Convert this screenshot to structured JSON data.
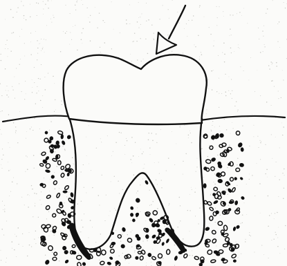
{
  "diagram": {
    "subject": "tooth",
    "colors": {
      "paper": "#fbfbf9",
      "ink": "#111111"
    },
    "parts": [
      {
        "name": "force-arrow",
        "kind": "arrow"
      },
      {
        "name": "crown",
        "kind": "outline"
      },
      {
        "name": "gum-line",
        "kind": "line"
      },
      {
        "name": "roots",
        "kind": "outline"
      },
      {
        "name": "bone",
        "kind": "stipple"
      },
      {
        "name": "root-apex-marks",
        "kind": "filled-marks",
        "count": 2
      }
    ]
  }
}
